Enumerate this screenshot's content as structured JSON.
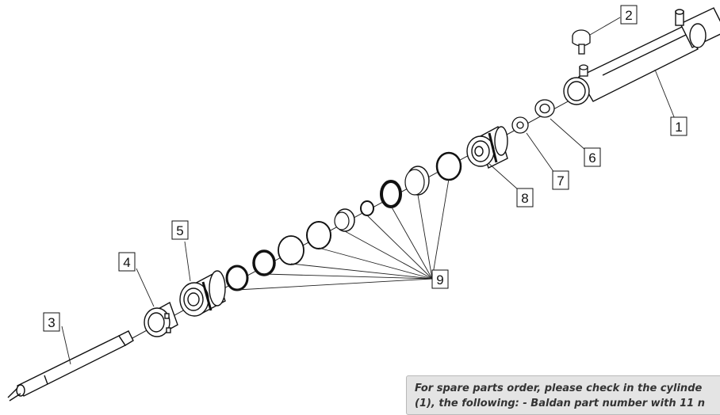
{
  "callouts": [
    "1",
    "2",
    "3",
    "4",
    "5",
    "6",
    "7",
    "8",
    "9"
  ],
  "note": {
    "line1": "For spare parts order, please check in the cylinde",
    "line2": "(1), the following: - Baldan part number with 11 n"
  }
}
